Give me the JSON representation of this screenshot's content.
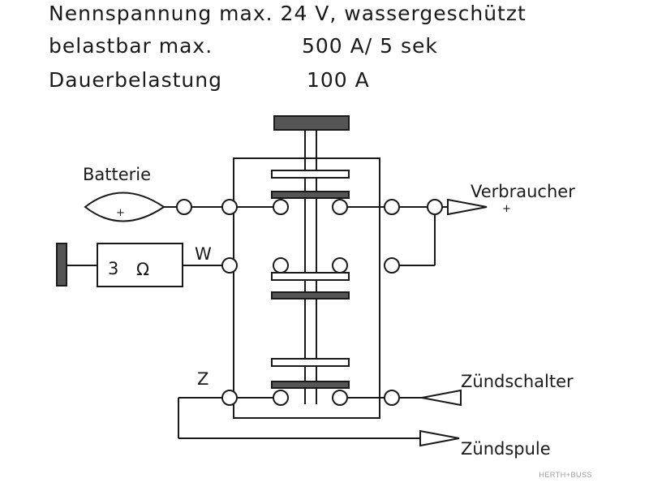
{
  "specs": {
    "line1": "Nennspannung max. 24 V, wassergeschützt",
    "line2_label": "belastbar max.",
    "line2_value": "500 A/ 5 sek",
    "line3_label": "Dauerbelastung",
    "line3_value": "100 A"
  },
  "labels": {
    "battery": "Batterie",
    "battery_sign": "+",
    "consumer": "Verbraucher",
    "consumer_sign": "+",
    "resistor_value": "3",
    "resistor_unit": "Ω",
    "terminal_w": "W",
    "terminal_z": "Z",
    "ignition_switch": "Zündschalter",
    "ignition_coil": "Zündspule"
  },
  "watermark": "HERTH+BUSS"
}
